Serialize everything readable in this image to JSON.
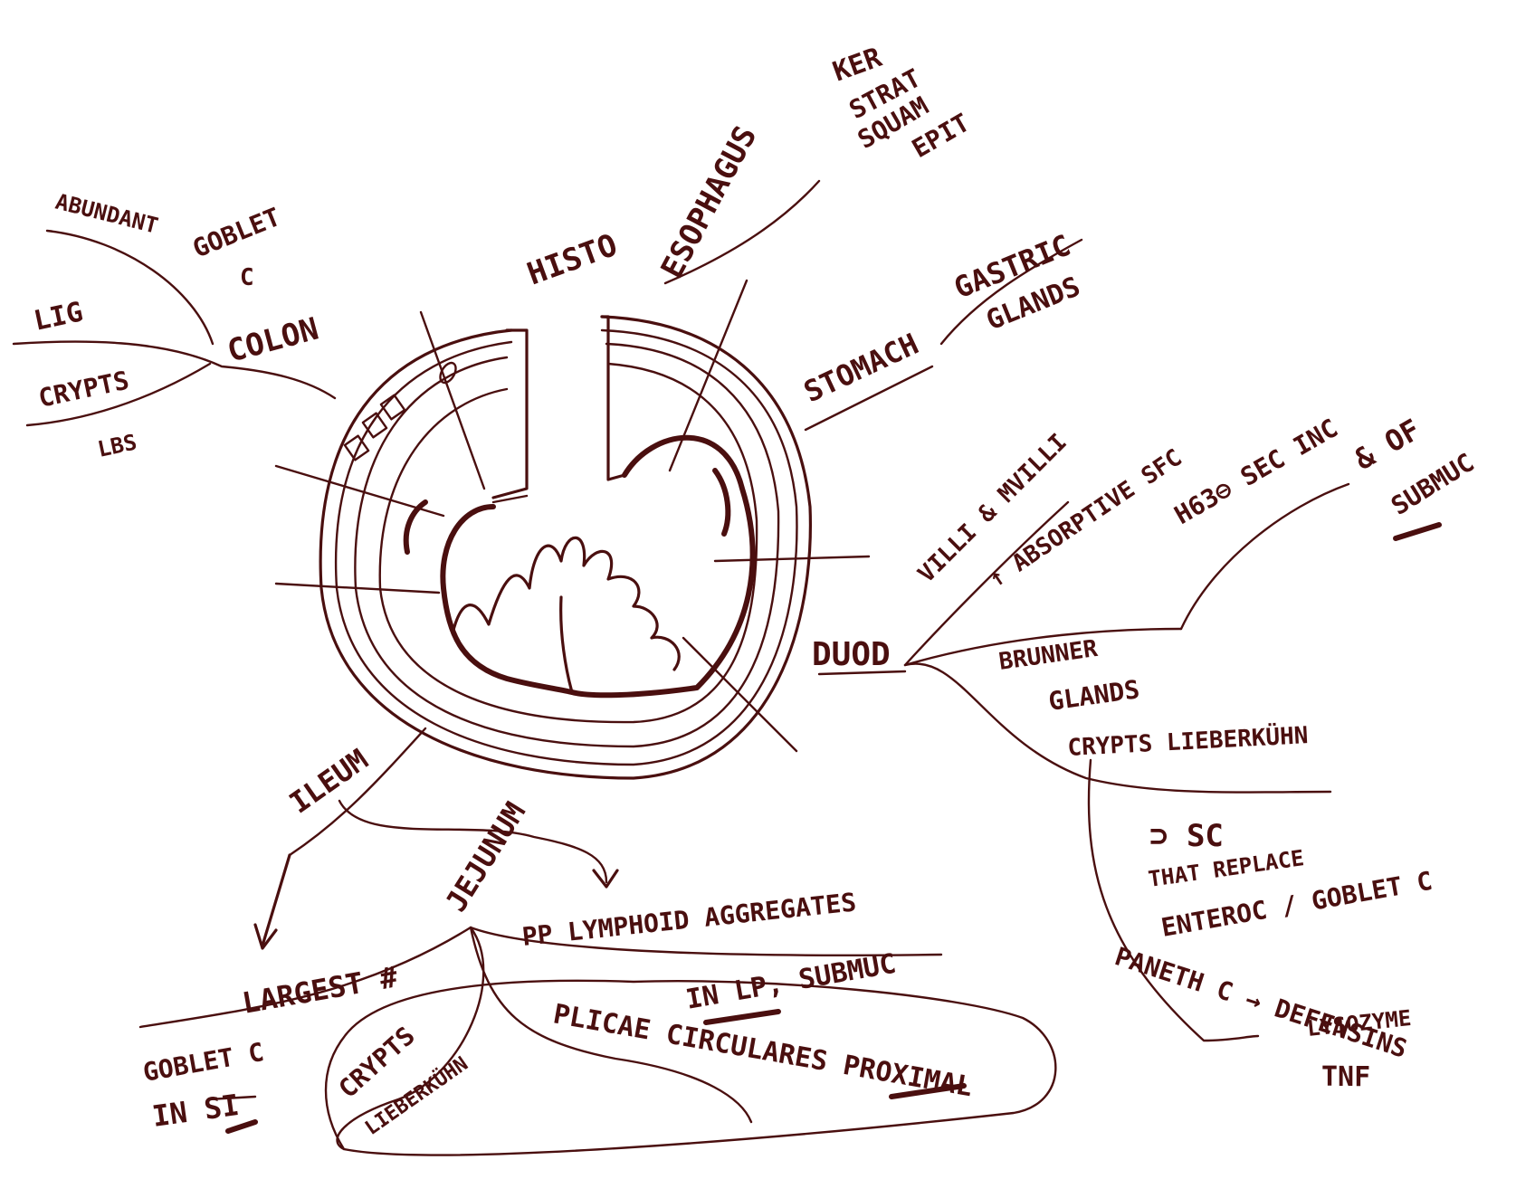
{
  "labels": {
    "histo": "HISTO",
    "esophagus": "ESOPHAGUS",
    "esophagus_detail_1": "KER",
    "esophagus_detail_2": "STRAT",
    "esophagus_detail_3": "SQUAM",
    "esophagus_detail_4": "EPIT",
    "stomach": "STOMACH",
    "gastric": "GASTRIC",
    "glands": "GLANDS",
    "colon": "COLON",
    "abundant": "ABUNDANT",
    "goblet_colon": "GOBLET",
    "cell_colon": "C",
    "lig": "LIG",
    "crypts_colon": "CRYPTS",
    "lbs": "LBS",
    "duod": "DUOD",
    "villi": "VILLI & MVILLI",
    "absorptive": "↑ ABSORPTIVE SFC",
    "sec_inc": "H63⊖ SEC INC",
    "of": "& OF",
    "submuc_duod": "SUBMUC",
    "brunner": "BRUNNER",
    "brunner_glands": "GLANDS",
    "crypts_duod": "CRYPTS LIEBERKÜHN",
    "sc": "⊃ SC",
    "that_replace": "THAT REPLACE",
    "enteroc": "ENTEROC / GOBLET C",
    "paneth": "PANETH C → DEFENSINS",
    "lysozyme": "LYSOZYME",
    "tnf": "TNF",
    "ileum": "ILEUM",
    "jejunum": "JEJUNUM",
    "largest": "LARGEST #",
    "pp": "PP LYMPHOID AGGREGATES",
    "in_lp": "IN LP, SUBMUC",
    "goblet_si_1": "GOBLET C",
    "goblet_si_2": "IN SI",
    "crypts_jej": "CRYPTS",
    "lieberkuhn_jej": "LIEBERKÜHN",
    "plicae": "PLICAE CIRCULARES PROXIMAL"
  }
}
